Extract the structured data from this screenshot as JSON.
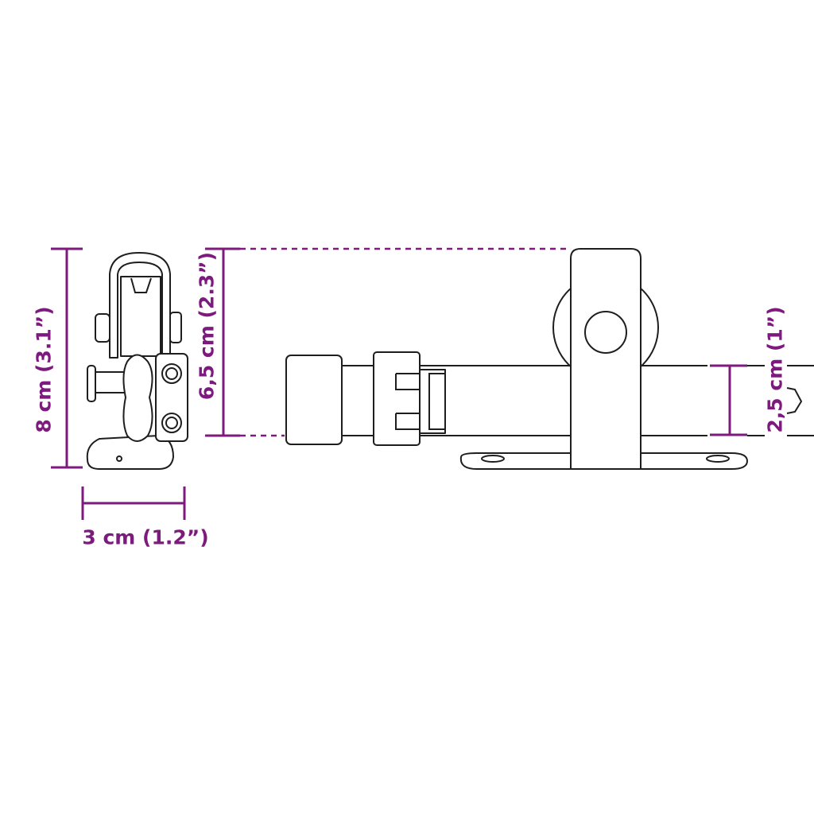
{
  "colors": {
    "dimension": "#7d1a7d",
    "line": "#1e1e1e",
    "background": "#ffffff"
  },
  "dimensions": {
    "height_total": "8 cm (3.1”)",
    "width": "3 cm (1.2”)",
    "height_hanger": "6,5 cm (2.3”)",
    "rail_height": "2,5 cm (1”)"
  }
}
